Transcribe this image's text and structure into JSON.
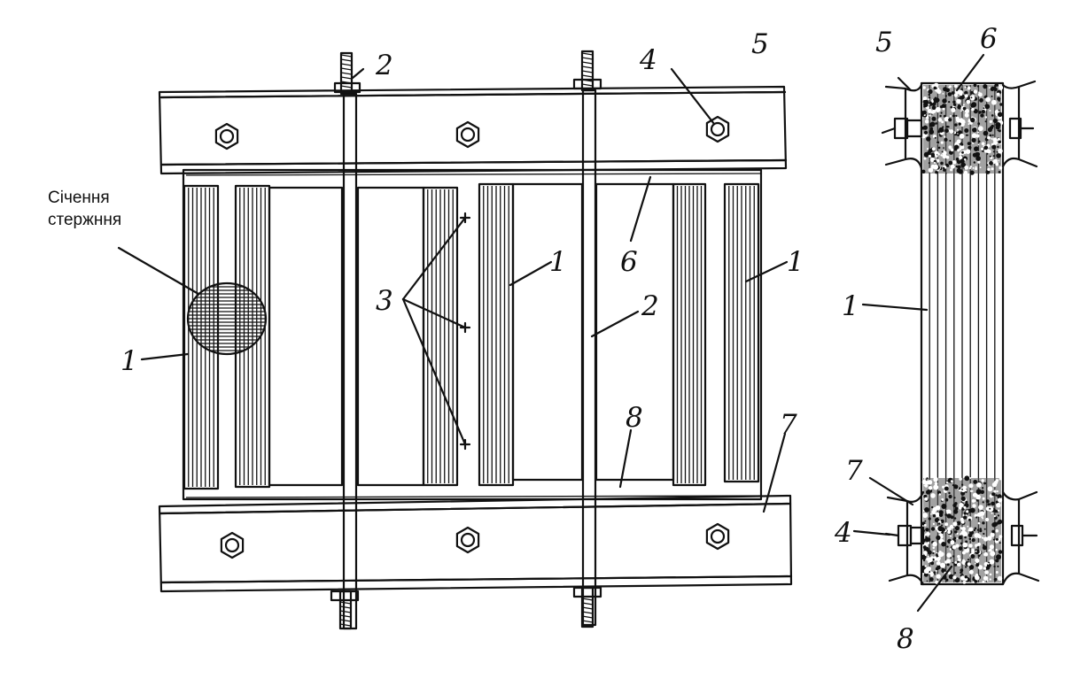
{
  "labels": {
    "section_caption_line1": "Січення",
    "section_caption_line2": "стержння",
    "n1": "1",
    "n2": "2",
    "n3": "3",
    "n4": "4",
    "n5": "5",
    "n6": "6",
    "n7": "7",
    "n8": "8"
  },
  "colors": {
    "ink": "#111111",
    "paper": "#ffffff"
  }
}
